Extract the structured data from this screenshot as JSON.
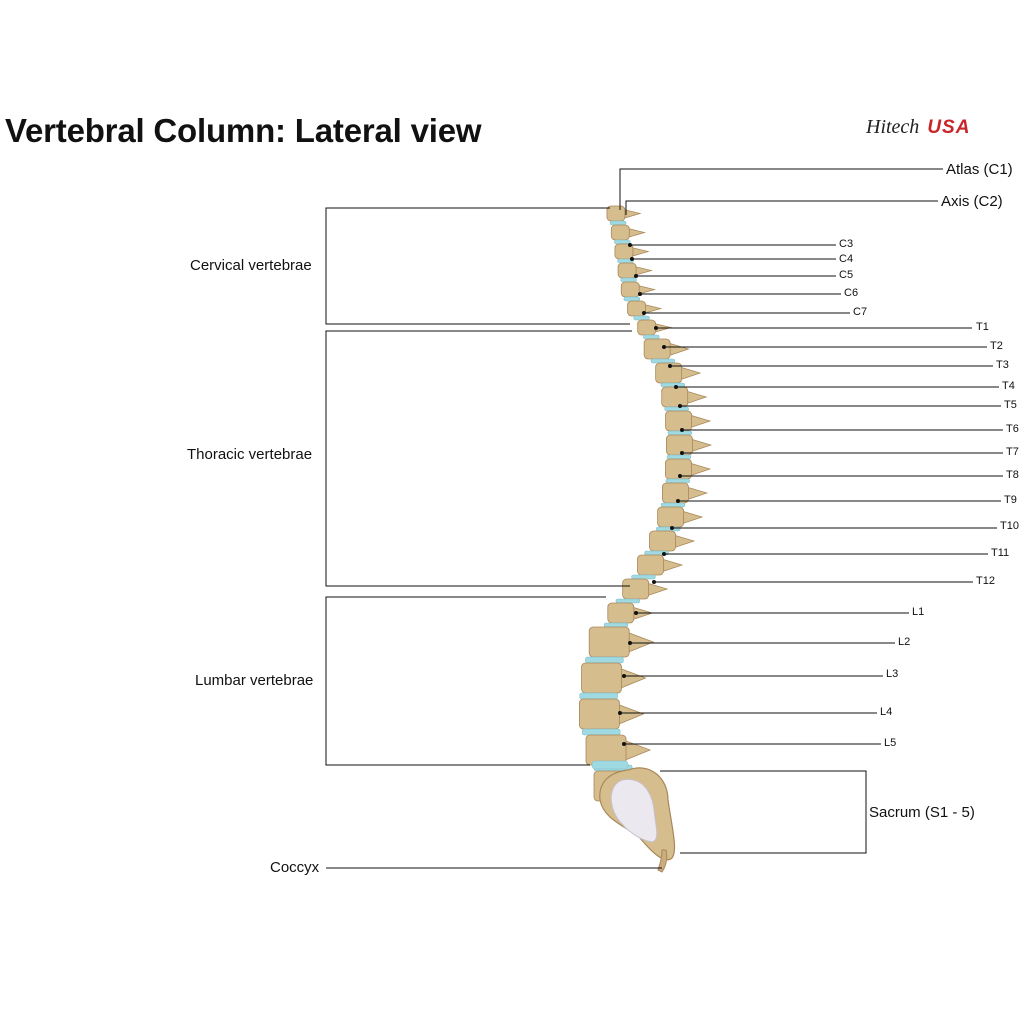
{
  "title": "Vertebral Column: Lateral view",
  "brand": {
    "name": "Hitech",
    "country": "USA",
    "accent": "#c8262b"
  },
  "colors": {
    "bone": "#d6bd8e",
    "bone_dark": "#a8885a",
    "disc": "#9fd9e2",
    "sacrum": "#ece8ef",
    "line": "#111111"
  },
  "regions": {
    "cervical": "Cervical vertebrae",
    "thoracic": "Thoracic vertebrae",
    "lumbar": "Lumbar vertebrae",
    "coccyx": "Coccyx",
    "sacrum": "Sacrum (S1 - 5)"
  },
  "top_labels": {
    "atlas": "Atlas (C1)",
    "axis": "Axis (C2)"
  },
  "vertebrae": {
    "cervical": [
      "C3",
      "C4",
      "C5",
      "C6",
      "C7"
    ],
    "thoracic": [
      "T1",
      "T2",
      "T3",
      "T4",
      "T5",
      "T6",
      "T7",
      "T8",
      "T9",
      "T10",
      "T11",
      "T12"
    ],
    "lumbar": [
      "L1",
      "L2",
      "L3",
      "L4",
      "L5"
    ]
  }
}
